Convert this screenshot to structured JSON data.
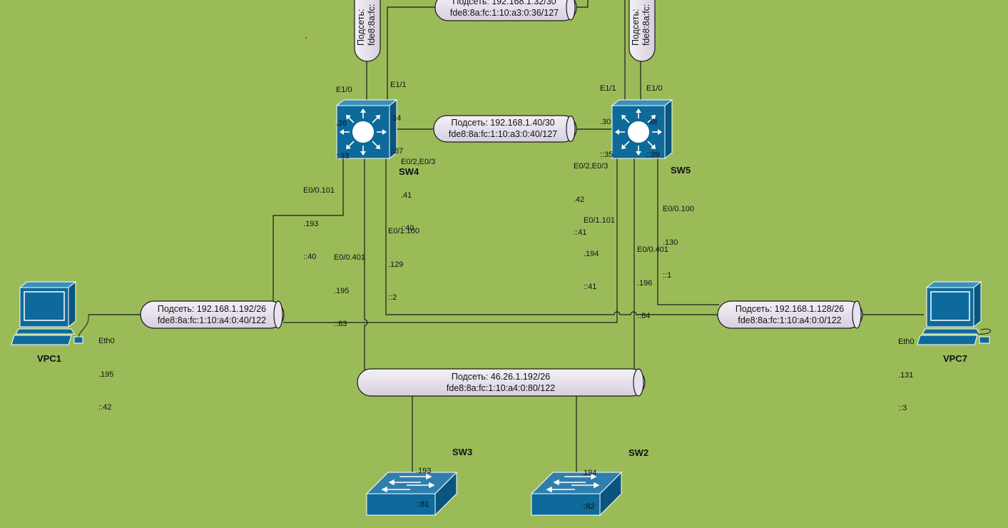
{
  "subnets": {
    "top_center": {
      "line1": "Подсеть: 192.168.1.32/30",
      "line2": "fde8:8a:fc:1:10:a3:0:36/127"
    },
    "sw4_top": {
      "line1": "Подсеть:",
      "line2": "fde8:8a:fc:"
    },
    "sw5_top": {
      "line1": "Подсеть:",
      "line2": "fde8:8a:fc:"
    },
    "sw4_sw5": {
      "line1": "Подсеть: 192.168.1.40/30",
      "line2": "fde8:8a:fc:1:10:a3:0:40/127"
    },
    "vpc1": {
      "line1": "Подсеть: 192.168.1.192/26",
      "line2": "fde8:8a:fc:1:10:a4:0:40/122"
    },
    "vpc7": {
      "line1": "Подсеть: 192.168.1.128/26",
      "line2": "fde8:8a:fc:1:10:a4:0:0/122"
    },
    "bottom": {
      "line1": "Подсеть: 46.26.1.192/26",
      "line2": "fde8:8a:fc:1:10:a4:0:80/122"
    }
  },
  "devices": {
    "sw4": "SW4",
    "sw5": "SW5",
    "sw3": "SW3",
    "sw2": "SW2",
    "vpc1": "VPC1",
    "vpc7": "VPC7"
  },
  "interfaces": {
    "sw4_e10": {
      "name": "E1/0",
      "ipv4": ".26",
      "ipv6": "::33"
    },
    "sw4_e11": {
      "name": "E1/1",
      "ipv4": ".34",
      "ipv6": "::37"
    },
    "sw4_e02": {
      "name": "E0/2,E0/3",
      "ipv4": ".41",
      "ipv6": "::40"
    },
    "sw4_e0101": {
      "name": "E0/0.101",
      "ipv4": ".193",
      "ipv6": "::40"
    },
    "sw4_e1100": {
      "name": "E0/1.100",
      "ipv4": ".129",
      "ipv6": "::2"
    },
    "sw4_e0401": {
      "name": "E0/0.401",
      "ipv4": ".195",
      "ipv6": "::83"
    },
    "sw5_e11": {
      "name": "E1/1",
      "ipv4": ".30",
      "ipv6": "::35"
    },
    "sw5_e10": {
      "name": "E1/0",
      "ipv4": ".38",
      "ipv6": "::39"
    },
    "sw5_e02": {
      "name": "E0/2,E0/3",
      "ipv4": ".42",
      "ipv6": "::41"
    },
    "sw5_e1101": {
      "name": "E0/1.101",
      "ipv4": ".194",
      "ipv6": "::41"
    },
    "sw5_e0100": {
      "name": "E0/0.100",
      "ipv4": ".130",
      "ipv6": "::1"
    },
    "sw5_e0401": {
      "name": "E0/0.401",
      "ipv4": ".196",
      "ipv6": "::84"
    },
    "vpc1_eth0": {
      "name": "Eth0",
      "ipv4": ".195",
      "ipv6": "::42"
    },
    "vpc7_eth0": {
      "name": "Eth0",
      "ipv4": ".131",
      "ipv6": "::3"
    },
    "sw3": {
      "ipv4": ".193",
      "ipv6": "::81"
    },
    "sw2": {
      "ipv4": ".194",
      "ipv6": "::82"
    }
  },
  "colors": {
    "background": "#9bbb59",
    "device_fill": "#0e6a9a",
    "cylinder_fill": "#e2dce8",
    "link": "#1a1a1a"
  }
}
